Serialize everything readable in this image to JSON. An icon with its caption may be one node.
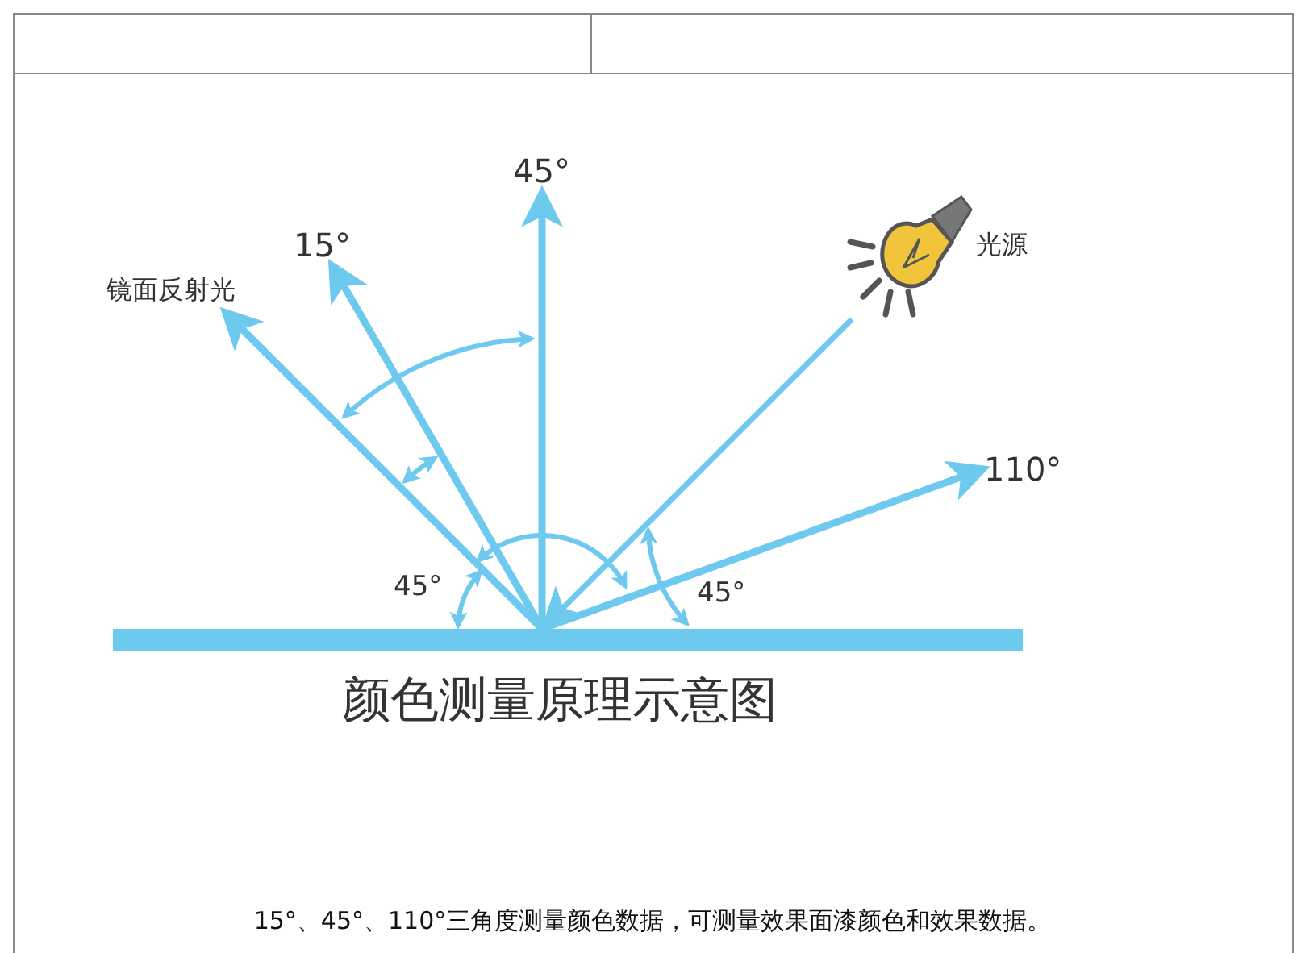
{
  "diagram": {
    "title": "颜色测量原理示意图",
    "caption": "15°、45°、110°三角度测量颜色数据，可测量效果面漆颜色和效果数据。",
    "nodes": [
      {
        "text": [],
        "shape": "bar"
      },
      {
        "text": [],
        "shape": "picture",
        "beside": [
          "光源"
        ]
      },
      {
        "text": [
          "镜面反射光"
        ]
      },
      {
        "text": [
          "15°"
        ]
      },
      {
        "text": [
          "45°"
        ]
      },
      {
        "text": [
          "110°"
        ]
      }
    ],
    "edges": [
      {
        "from": 1,
        "to": 0,
        "arrow": "to"
      },
      {
        "from": 0,
        "to": 2,
        "arrow": "to"
      },
      {
        "from": 0,
        "to": 3,
        "arrow": "to"
      },
      {
        "from": 0,
        "to": 4,
        "arrow": "to"
      },
      {
        "from": 0,
        "to": 5,
        "arrow": "to"
      }
    ],
    "labels": [
      "45°",
      "45°"
    ]
  }
}
